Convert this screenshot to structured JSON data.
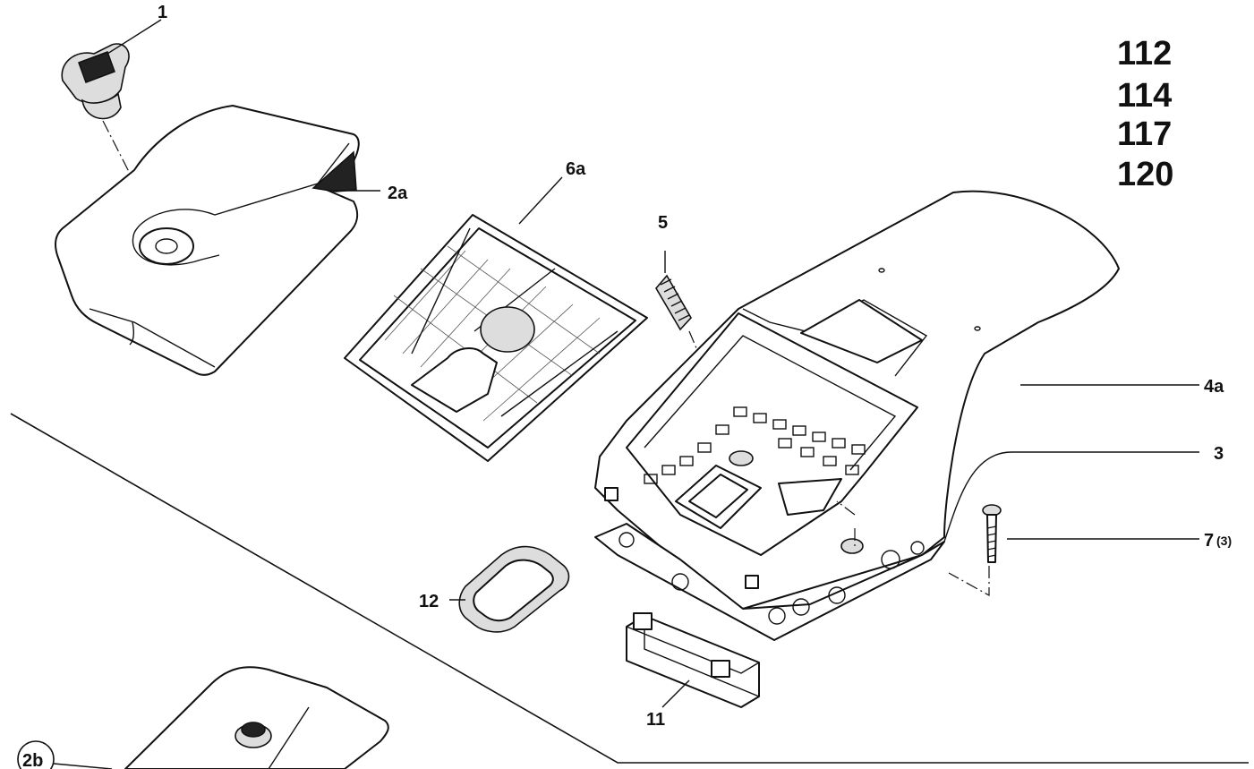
{
  "model_numbers": [
    "112",
    "114",
    "117",
    "120"
  ],
  "callouts": {
    "p1": "1",
    "p2a": "2a",
    "p2b": "2b",
    "p3": "3",
    "p4a": "4a",
    "p5": "5",
    "p6a": "6a",
    "p7": "7",
    "p7_qty": "(3)",
    "p11": "11",
    "p12": "12"
  }
}
